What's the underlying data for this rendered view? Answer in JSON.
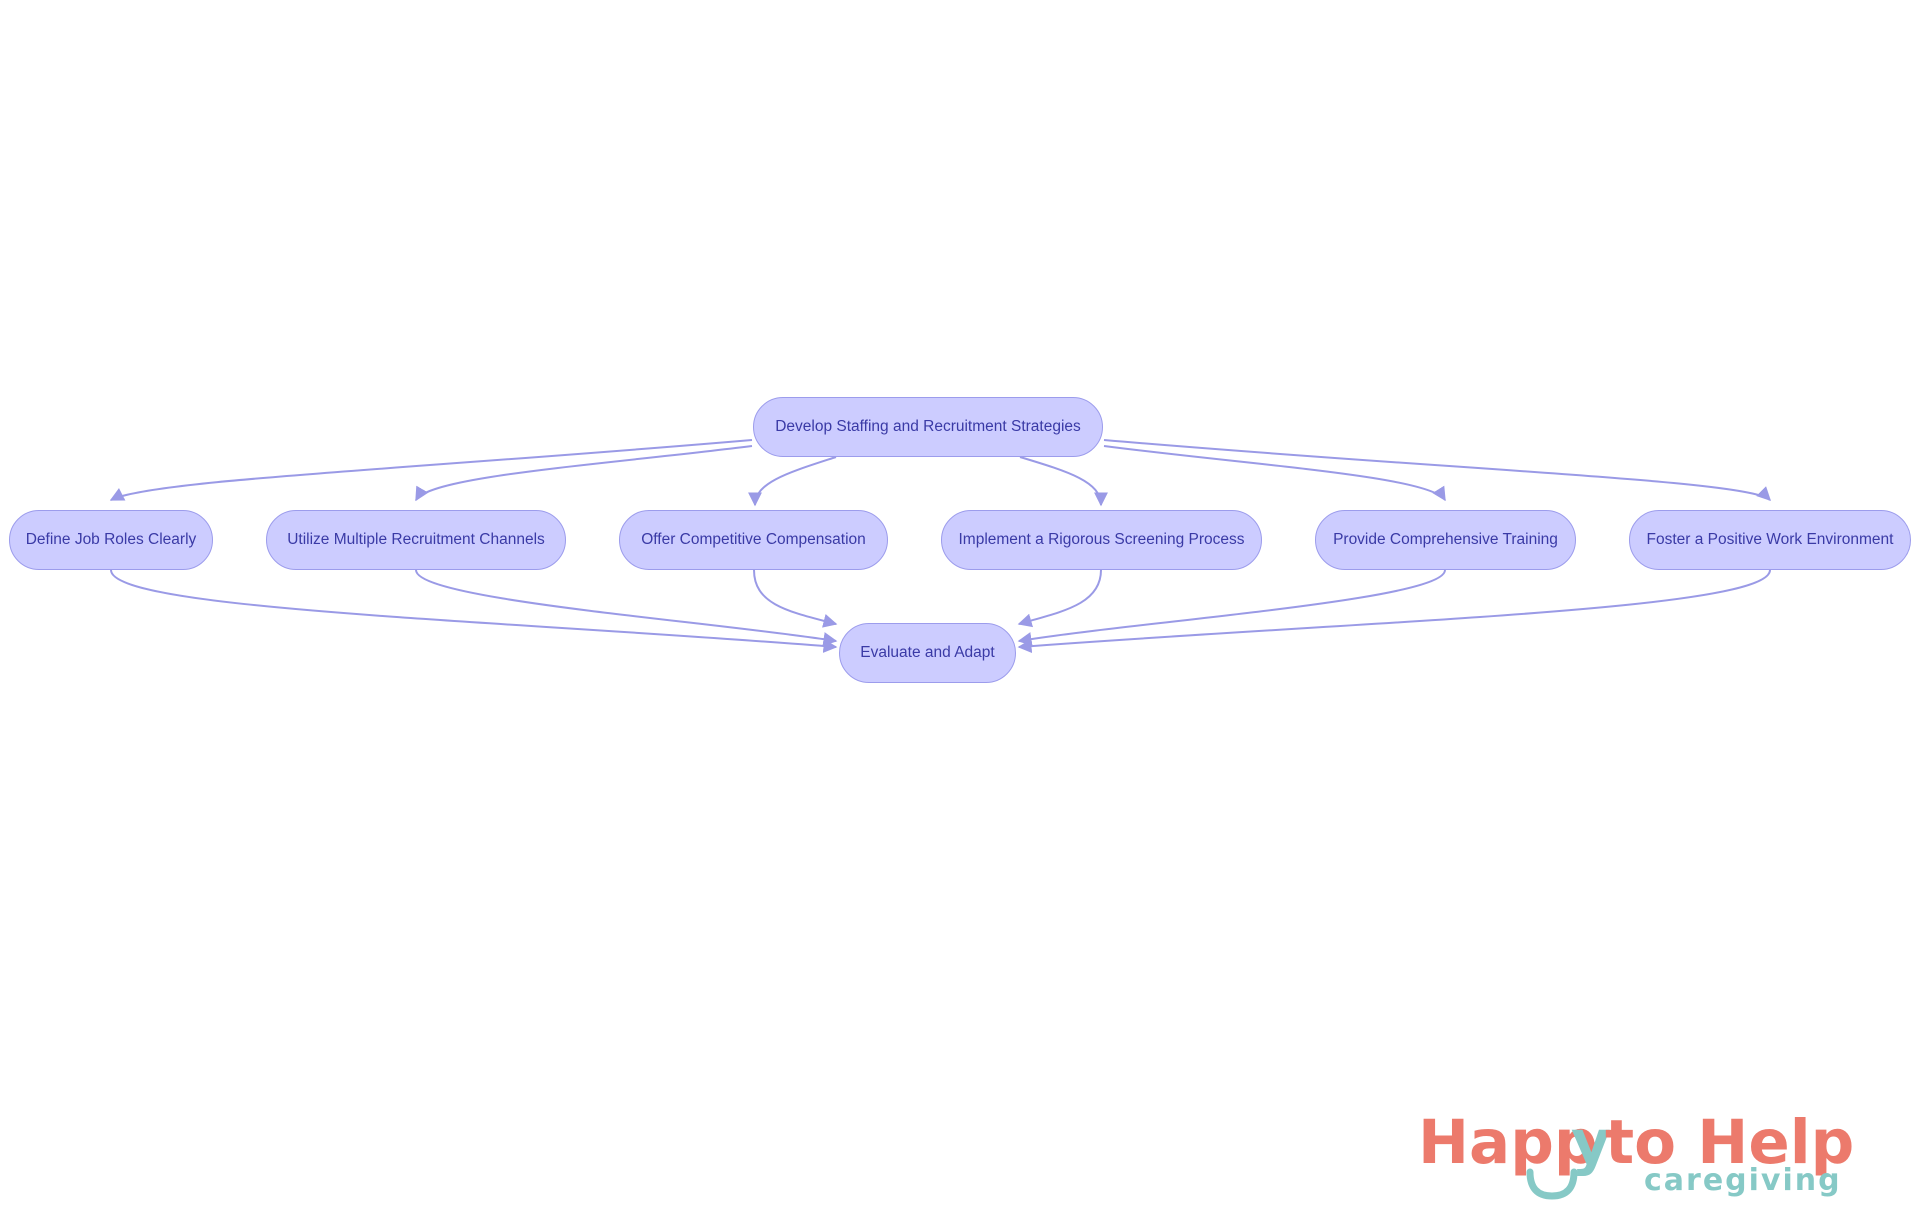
{
  "diagram": {
    "nodes": {
      "root": "Develop Staffing and Recruitment Strategies",
      "define": "Define Job Roles Clearly",
      "utilize": "Utilize Multiple Recruitment Channels",
      "offer": "Offer Competitive Compensation",
      "implement": "Implement a Rigorous Screening Process",
      "provide": "Provide Comprehensive Training",
      "foster": "Foster a Positive Work Environment",
      "evaluate": "Evaluate and Adapt"
    },
    "edges": [
      [
        "root",
        "define"
      ],
      [
        "root",
        "utilize"
      ],
      [
        "root",
        "offer"
      ],
      [
        "root",
        "implement"
      ],
      [
        "root",
        "provide"
      ],
      [
        "root",
        "foster"
      ],
      [
        "define",
        "evaluate"
      ],
      [
        "utilize",
        "evaluate"
      ],
      [
        "offer",
        "evaluate"
      ],
      [
        "implement",
        "evaluate"
      ],
      [
        "provide",
        "evaluate"
      ],
      [
        "foster",
        "evaluate"
      ]
    ],
    "colors": {
      "node_fill": "#ccccff",
      "node_border": "#9c9cec",
      "edge": "#9a9ae6",
      "text": "#3a3aa6"
    }
  },
  "logo": {
    "word1": "Happ",
    "word2": "y",
    "word3": " to Help",
    "tagline": "caregiving",
    "colors": {
      "coral": "#ec7a6c",
      "teal": "#86c9c6"
    }
  }
}
